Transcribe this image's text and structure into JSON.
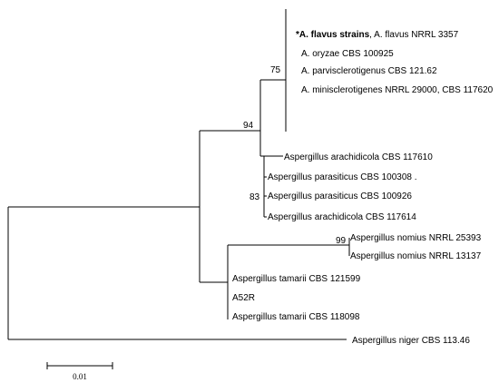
{
  "taxa": {
    "flavus_bold": "*A. flavus strains",
    "flavus_rest": ", A. flavus NRRL 3357",
    "oryzae": "A. oryzae CBS 100925",
    "parvisclerotigenus": "A. parvisclerotigenus CBS 121.62",
    "minisclerotigenes": "A. minisclerotigenes NRRL 29000, CBS 117620",
    "arachidicola_117610": "Aspergillus arachidicola CBS 117610",
    "parasiticus_100308": "Aspergillus parasiticus CBS 100308 .",
    "parasiticus_100926": "Aspergillus parasiticus CBS 100926",
    "arachidicola_117614": "Aspergillus arachidicola CBS 117614",
    "nomius_25393": "Aspergillus nomius NRRL 25393",
    "nomius_13137": "Aspergillus nomius NRRL 13137",
    "tamarii_121599": "Aspergillus tamarii CBS 121599",
    "a52r": "A52R",
    "tamarii_118098": "Aspergillus tamarii CBS 118098",
    "niger": "Aspergillus niger CBS 113.46"
  },
  "support": {
    "flavus_clade": "75",
    "flavus_parasiticus_clade": "94",
    "parasiticus_clade": "83",
    "nomius_clade": "99"
  },
  "scale_bar": {
    "label": "0.01"
  }
}
